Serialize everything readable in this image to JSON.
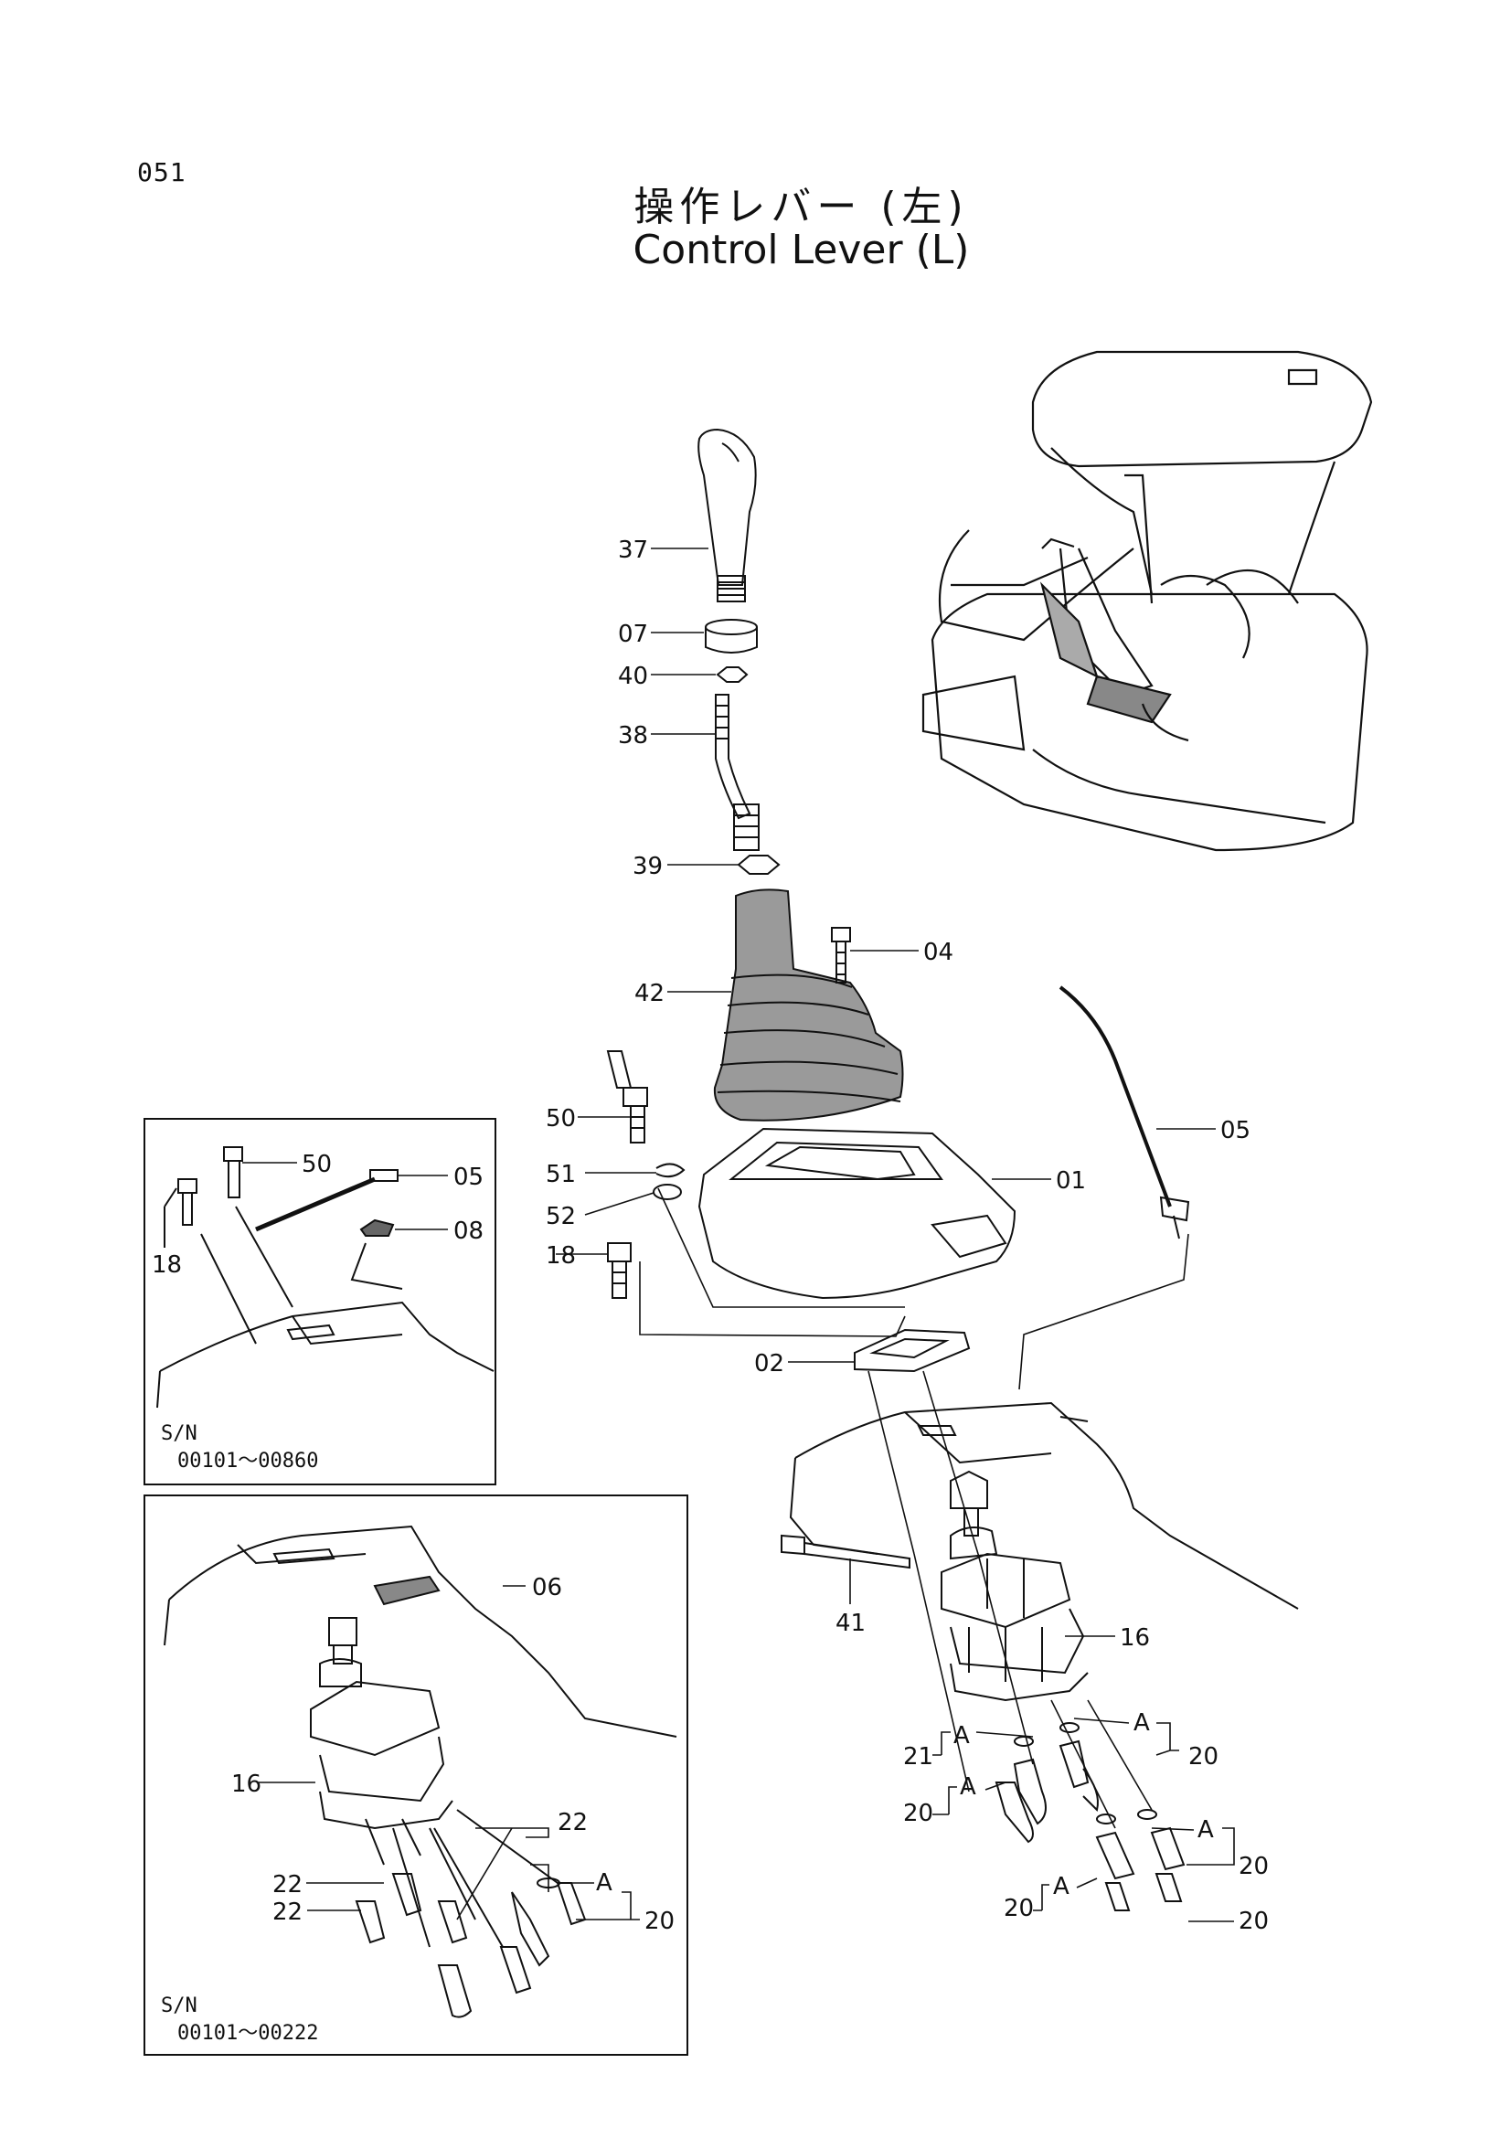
{
  "page_number": "051",
  "title_jp": "操作レバー (左)",
  "title_en": "Control Lever (L)",
  "main_callouts": {
    "c37": "37",
    "c07": "07",
    "c40": "40",
    "c38": "38",
    "c39": "39",
    "c04": "04",
    "c42": "42",
    "c05": "05",
    "c50": "50",
    "c01": "01",
    "c51": "51",
    "c52": "52",
    "c18": "18",
    "c02": "02",
    "c41": "41",
    "c16": "16",
    "c21": "21",
    "c20a": "20",
    "c20b": "20",
    "c20c": "20",
    "c20d": "20",
    "c20e": "20",
    "A1": "A",
    "A2": "A",
    "A3": "A",
    "A4": "A",
    "A5": "A"
  },
  "inset_top": {
    "c50": "50",
    "c05": "05",
    "c08": "08",
    "c18": "18",
    "sn_label": "S/N",
    "sn_range": "00101～00860"
  },
  "inset_bottom": {
    "c06": "06",
    "c16": "16",
    "c22a": "22",
    "c22b": "22",
    "c22c": "22",
    "c20": "20",
    "A": "A",
    "sn_label": "S/N",
    "sn_range": "00101～00222"
  }
}
